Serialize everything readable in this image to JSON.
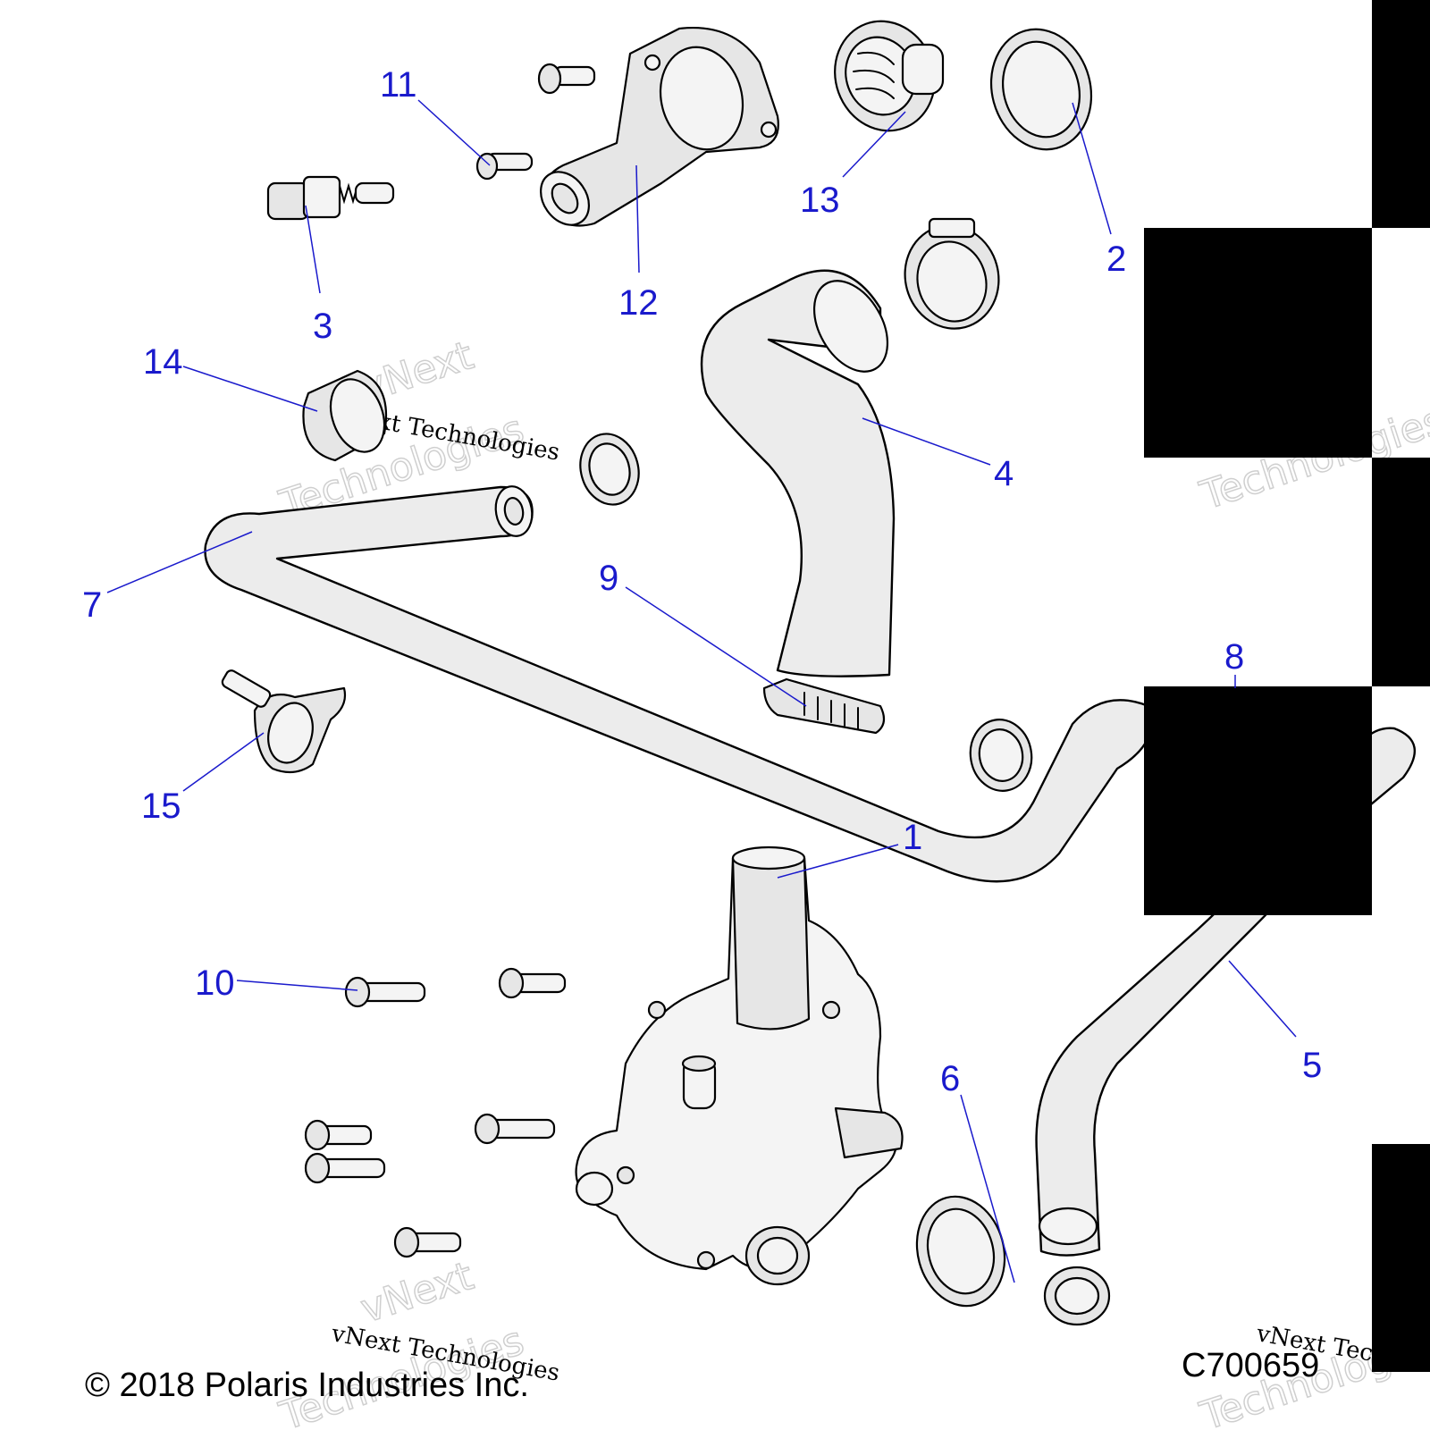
{
  "callouts": [
    {
      "id": "1",
      "label": "1"
    },
    {
      "id": "2",
      "label": "2"
    },
    {
      "id": "3",
      "label": "3"
    },
    {
      "id": "4",
      "label": "4"
    },
    {
      "id": "5",
      "label": "5"
    },
    {
      "id": "6",
      "label": "6"
    },
    {
      "id": "7",
      "label": "7"
    },
    {
      "id": "8",
      "label": "8"
    },
    {
      "id": "9",
      "label": "9"
    },
    {
      "id": "10",
      "label": "10"
    },
    {
      "id": "11",
      "label": "11"
    },
    {
      "id": "12",
      "label": "12"
    },
    {
      "id": "13",
      "label": "13"
    },
    {
      "id": "14",
      "label": "14"
    },
    {
      "id": "15",
      "label": "15"
    }
  ],
  "watermark": {
    "brand_line1": "vNext",
    "brand_line2": "Technologies",
    "small": "vNext Technologies"
  },
  "footer": {
    "copyright": "© 2018 Polaris Industries Inc.",
    "diagram_code": "C700659"
  },
  "colors": {
    "callout": "#1a1acc",
    "outline": "#000000",
    "part_fill": "#e6e6e6"
  }
}
